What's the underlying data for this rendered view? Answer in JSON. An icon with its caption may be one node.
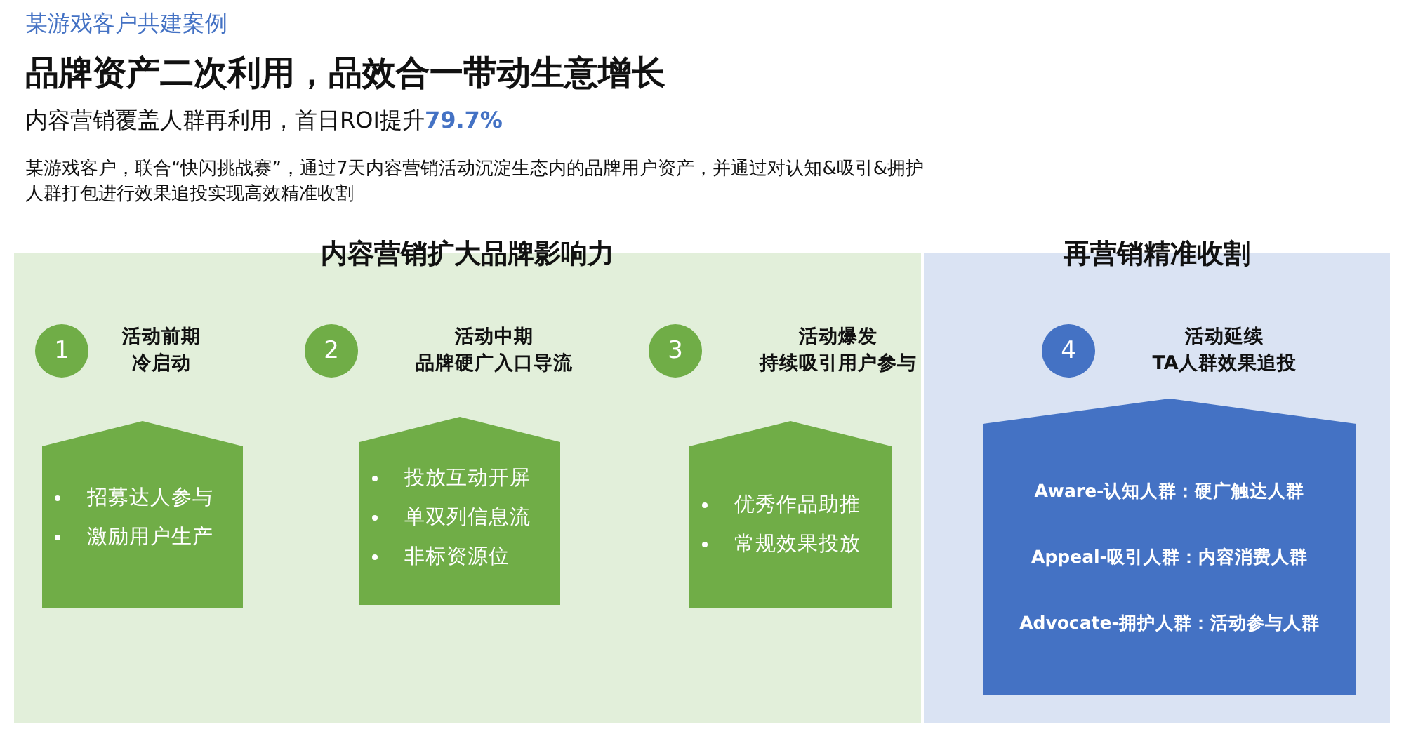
{
  "diagram": {
    "title": "品牌资产二次利用，品效合一带动生意增长",
    "nodes": [
      {
        "text": [
          "内容营销扩大品牌影响力"
        ]
      },
      {
        "text": [
          "再营销精准收割"
        ]
      },
      {
        "text": [
          "1"
        ],
        "in": 0,
        "beside": [
          "活动前期",
          "冷启动"
        ]
      },
      {
        "text": [
          "2"
        ],
        "in": 0,
        "beside": [
          "活动中期",
          "品牌硬广入口导流"
        ]
      },
      {
        "text": [
          "3"
        ],
        "in": 0,
        "beside": [
          "活动爆发",
          "持续吸引用户参与"
        ]
      },
      {
        "text": [
          "4"
        ],
        "in": 1,
        "beside": [
          "活动延续",
          "TA人群效果追投"
        ]
      },
      {
        "text": [
          "招募达人参与",
          "激励用户生产"
        ],
        "in": 0
      },
      {
        "text": [
          "投放互动开屏",
          "单双列信息流",
          "非标资源位"
        ],
        "in": 0
      },
      {
        "text": [
          "优秀作品助推",
          "常规效果投放"
        ],
        "in": 0
      },
      {
        "text": [
          "Aware-认知人群：硬广触达人群",
          "Appeal-吸引人群：内容消费人群",
          "Advocate-拥护人群：活动参与人群"
        ],
        "in": 1
      }
    ],
    "edges": [],
    "labels": [
      "某游戏客户共建案例",
      "内容营销覆盖人群再利用，首日ROI提升**79.7%**",
      "某游戏客户，联合“快闪挑战赛”，通过7天内容营销活动沉淀生态内的品牌用户资产，并通过对认知&吸引&拥护人群打包进行效果追投实现高效精准收割"
    ]
  }
}
